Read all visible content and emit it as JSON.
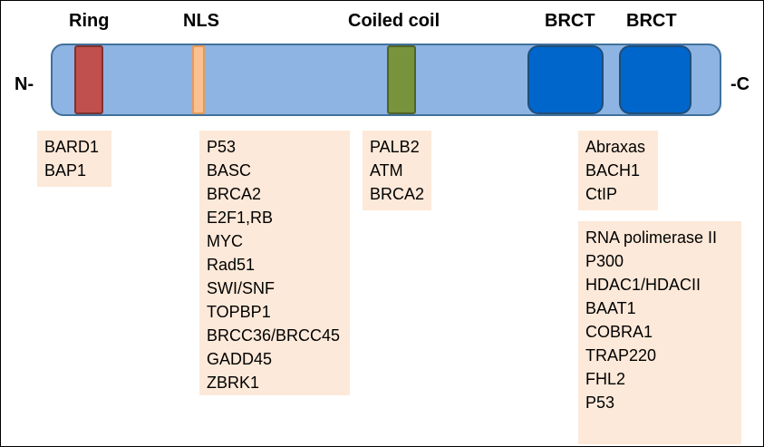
{
  "labels": {
    "ring": "Ring",
    "nls": "NLS",
    "coiled_coil": "Coiled coil",
    "brct1": "BRCT",
    "brct2": "BRCT",
    "n_term": "N-",
    "c_term": "-C"
  },
  "colors": {
    "bar": "#8eb4e3",
    "ring": "#c0504d",
    "nls": "#fac090",
    "coiled_coil": "#77933c",
    "brct": "#0066cc",
    "box": "#fde9d9"
  },
  "boxes": {
    "ring": [
      "BARD1",
      "BAP1"
    ],
    "nls": [
      "P53",
      "BASC",
      "BRCA2",
      "E2F1,RB",
      "MYC",
      "Rad51",
      "SWI/SNF",
      "TOPBP1",
      "BRCC36/BRCC45",
      "GADD45",
      "ZBRK1"
    ],
    "coiled_coil": [
      "PALB2",
      "ATM",
      "BRCA2"
    ],
    "brct_top": [
      "Abraxas",
      "BACH1",
      "CtIP"
    ],
    "brct_bottom": [
      "RNA polimerase II",
      "P300",
      "HDAC1/HDACII",
      "BAAT1",
      "COBRA1",
      "TRAP220",
      "FHL2",
      "P53"
    ]
  }
}
